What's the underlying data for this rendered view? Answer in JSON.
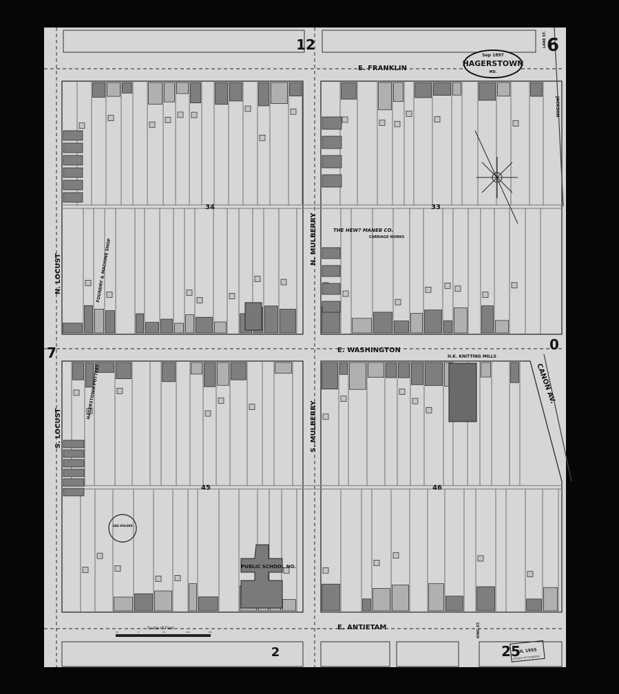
{
  "sheet": {
    "number": "6",
    "title": "HAGERSTOWN",
    "date": "Sep 1897",
    "state": "MD.",
    "adjacent_sheets": {
      "top": "12",
      "left": "7",
      "right": "0",
      "bottom": "2",
      "bottom_right": "25"
    }
  },
  "streets": {
    "franklin": "E. FRANKLIN",
    "washington": "E. WASHINGTON",
    "antietam": "E. ANTIETAM",
    "n_locust": "N. LOCUST",
    "s_locust": "S. LOCUST",
    "n_mulberry": "N. MULBERRY",
    "s_mulberry": "S. MULBERRY",
    "canon": "CANON AV.",
    "jackson": "JACKSON",
    "lane": "LANE ST.",
    "king": "KING ST."
  },
  "blocks": [
    "34",
    "33",
    "45",
    "46"
  ],
  "labels": {
    "carriage_co": "THE HEW? MANEB CO.",
    "carriage_works": "CARRIAGE WORKS",
    "foundry": "FOUNDRY & MACHINE SHOP",
    "pottery": "HAGERSTOWN POTTERY",
    "knitting": "H.K. KNITTING MILLS",
    "school": "PUBLIC SCHOOL NO.",
    "gas_holder": "GAS HOLDER"
  },
  "scale": {
    "label": "Scale of Feet",
    "ticks": [
      "50",
      "0",
      "50",
      "100",
      "150"
    ]
  },
  "stamp": {
    "date": "JUL 1955",
    "text": "Library of Congress"
  },
  "colors": {
    "paper": "#d9d9d9",
    "building": "#7e7e7e",
    "ink": "#1a1a1a",
    "frame": "#060606"
  }
}
